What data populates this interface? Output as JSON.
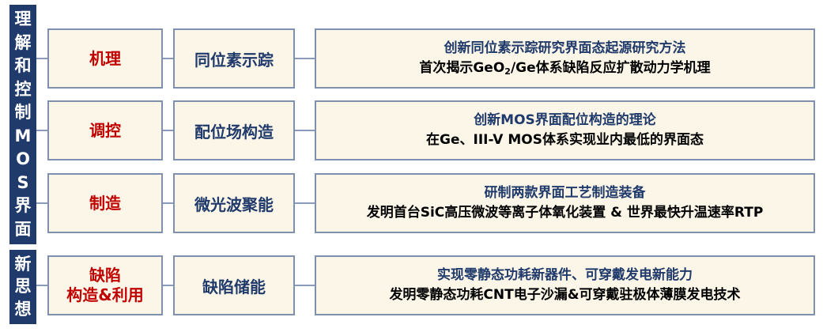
{
  "sidebar": {
    "group1": [
      "理",
      "解",
      "和",
      "控",
      "制",
      "M",
      "O",
      "S",
      "界",
      "面"
    ],
    "group2": [
      "新",
      "思",
      "想"
    ]
  },
  "rows": [
    {
      "category": "机理",
      "method": "同位素示踪",
      "line1": "创新同位素示踪研究界面态起源研究方法",
      "line2_pre": "首次揭示GeO",
      "line2_sub": "2",
      "line2_post": "/Ge体系缺陷反应扩散动力学机理"
    },
    {
      "category": "调控",
      "method": "配位场构造",
      "line1": "创新MOS界面配位构造的理论",
      "line2": "在Ge、III-V MOS体系实现业内最低的界面态"
    },
    {
      "category": "制造",
      "method": "微光波聚能",
      "line1": "研制两款界面工艺制造装备",
      "line2": "发明首台SiC高压微波等离子体氧化装置 & 世界最快升温速率RTP"
    },
    {
      "category_line1": "缺陷",
      "category_line2": "构造&利用",
      "method": "缺陷储能",
      "line1": "实现零静态功耗新器件、可穿戴发电新能力",
      "line2": "发明零静态功耗CNT电子沙漏&可穿戴驻极体薄膜发电技术"
    }
  ]
}
